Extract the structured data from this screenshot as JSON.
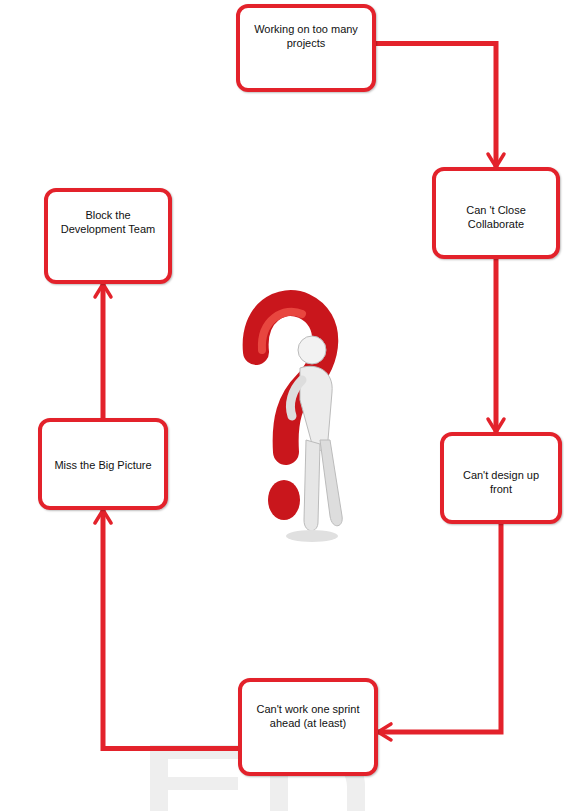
{
  "diagram": {
    "nodes": [
      {
        "text": [
          "Working on too many projects"
        ]
      },
      {
        "text": [
          "Can 't Close Collaborate"
        ]
      },
      {
        "text": [
          "Can't design up front"
        ]
      },
      {
        "text": [
          "Can't work one sprint ahead (at least)"
        ]
      },
      {
        "text": [
          "Miss the Big Picture"
        ]
      },
      {
        "text": [
          "Block the Development Team"
        ]
      }
    ],
    "edges": [
      {
        "from": 0,
        "to": 1,
        "arrow": "to"
      },
      {
        "from": 1,
        "to": 2,
        "arrow": "to"
      },
      {
        "from": 2,
        "to": 3,
        "arrow": "to"
      },
      {
        "from": 3,
        "to": 4,
        "arrow": "to"
      },
      {
        "from": 4,
        "to": 5,
        "arrow": "to"
      }
    ]
  }
}
